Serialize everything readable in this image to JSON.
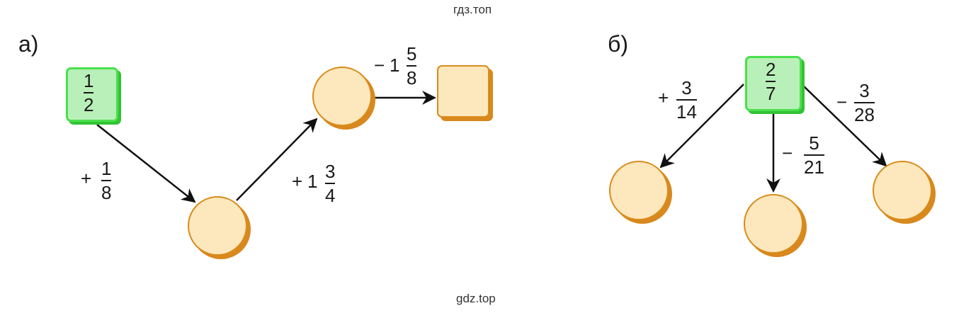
{
  "watermark_top": "гдз.топ",
  "watermark_bottom": "gdz.top",
  "part_a": {
    "label": "а)",
    "start": {
      "num": "1",
      "den": "2"
    },
    "step1": {
      "sign": "+",
      "num": "1",
      "den": "8"
    },
    "step2": {
      "sign": "+",
      "whole": "1",
      "num": "3",
      "den": "4"
    },
    "step3": {
      "sign": "−",
      "whole": "1",
      "num": "5",
      "den": "8"
    }
  },
  "part_b": {
    "label": "б)",
    "start": {
      "num": "2",
      "den": "7"
    },
    "left": {
      "sign": "+",
      "num": "3",
      "den": "14"
    },
    "middle": {
      "sign": "−",
      "num": "5",
      "den": "21"
    },
    "right": {
      "sign": "−",
      "num": "3",
      "den": "28"
    }
  },
  "colors": {
    "green_fill": "#b9f0b9",
    "green_border": "#49e04b",
    "orange_fill": "#fde8bd",
    "orange_border": "#d98c1c",
    "arrow": "#111111"
  }
}
